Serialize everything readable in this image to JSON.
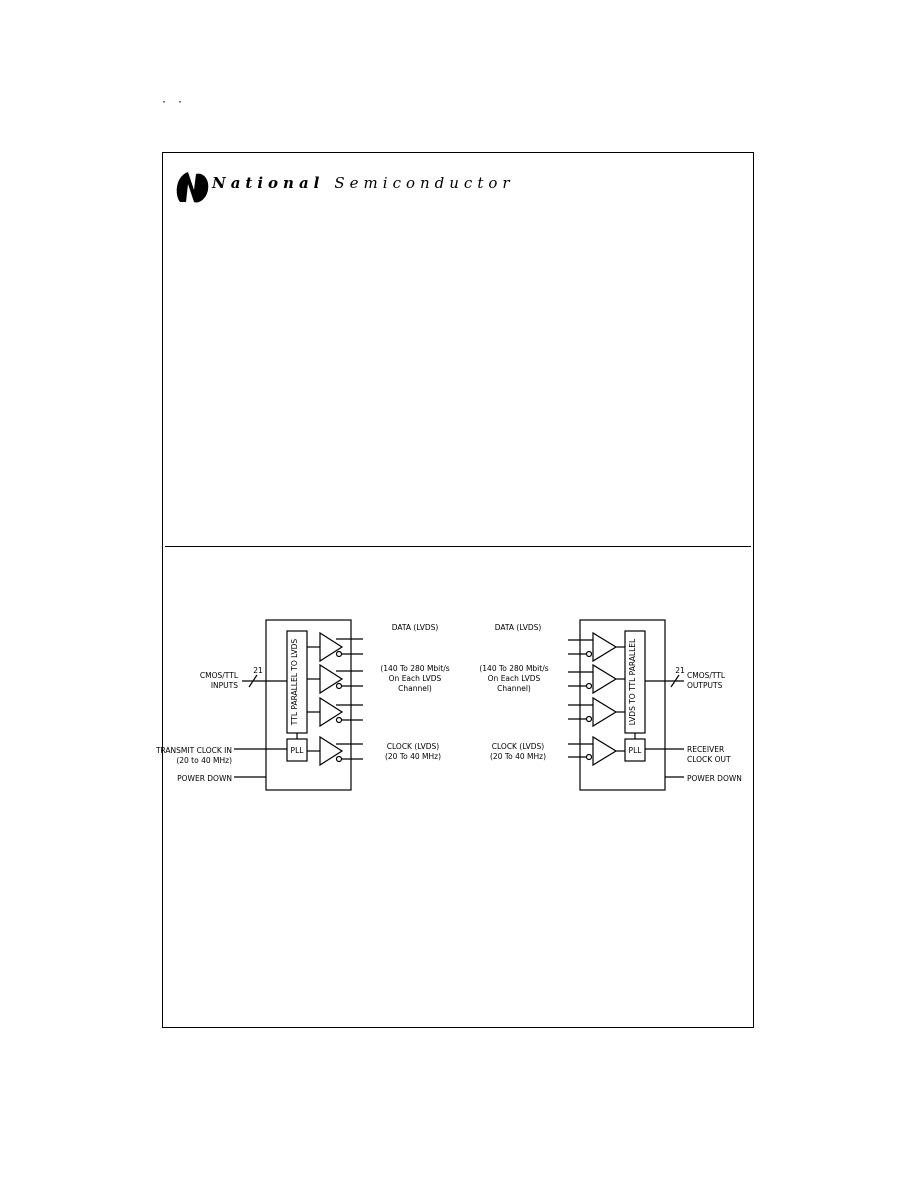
{
  "page": {
    "corner_mark": "· ·"
  },
  "header": {
    "brand_word1": "National",
    "brand_word2": "Semiconductor",
    "logo_icon": "national-semiconductor-n-logo-icon"
  },
  "transmitter": {
    "serializer_label": "TTL PARALLEL TO LVDS",
    "pll_label": "PLL",
    "bus_width": "21",
    "input_label_1": "CMOS/TTL",
    "input_label_2": "INPUTS",
    "clock_in_label_1": "TRANSMIT CLOCK IN",
    "clock_in_label_2": "(20 to 40 MHz)",
    "power_down_label": "POWER DOWN",
    "data_label": "DATA (LVDS)",
    "rate_label_1": "(140 To 280 Mbit/s",
    "rate_label_2": "On Each LVDS",
    "rate_label_3": "Channel)",
    "clock_out_label_1": "CLOCK (LVDS)",
    "clock_out_label_2": "(20 To 40 MHz)"
  },
  "receiver": {
    "deserializer_label": "LVDS TO TTL PARALLEL",
    "pll_label": "PLL",
    "bus_width": "21",
    "data_label": "DATA (LVDS)",
    "rate_label_1": "(140 To 280 Mbit/s",
    "rate_label_2": "On Each LVDS",
    "rate_label_3": "Channel)",
    "clock_in_label_1": "CLOCK (LVDS)",
    "clock_in_label_2": "(20 To 40 MHz)",
    "output_label_1": "CMOS/TTL",
    "output_label_2": "OUTPUTS",
    "clock_out_label_1": "RECEIVER",
    "clock_out_label_2": "CLOCK OUT",
    "power_down_label": "POWER DOWN"
  }
}
